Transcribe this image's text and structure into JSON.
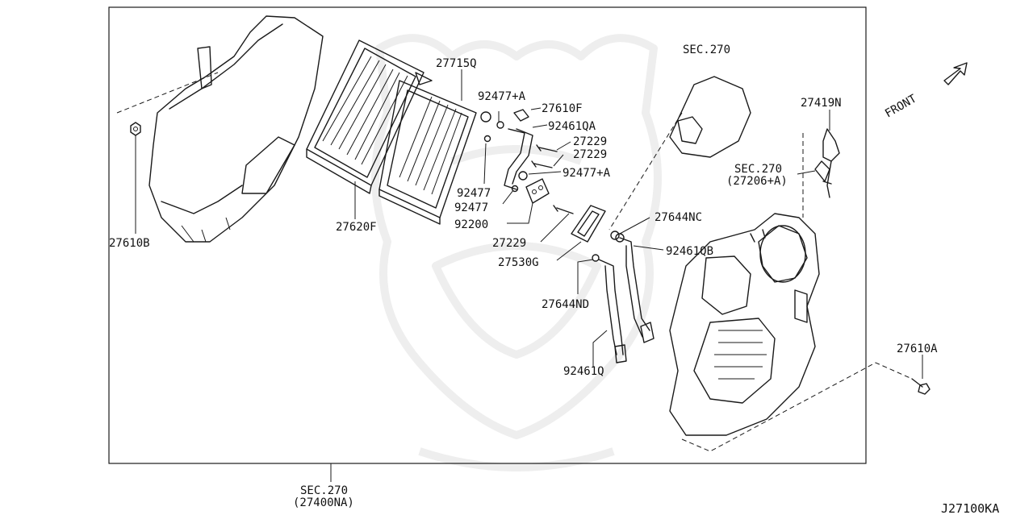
{
  "diagram_code": "J27100KA",
  "front_label": "FRONT",
  "labels": {
    "p27610B": "27610B",
    "p27620F": "27620F",
    "p27715Q": "27715Q",
    "p92477A_top": "92477+A",
    "p27610F": "27610F",
    "p92461QA": "92461QA",
    "p27229_a": "27229",
    "p27229_b": "27229",
    "p92477A_mid": "92477+A",
    "p92477_a": "92477",
    "p92477_b": "92477",
    "p92200": "92200",
    "p27229_c": "27229",
    "p27530G": "27530G",
    "p27644NC": "27644NC",
    "p92461QB": "92461QB",
    "p27644ND": "27644ND",
    "p92461Q": "92461Q",
    "p27419N": "27419N",
    "p27610A": "27610A",
    "sec270_top": "SEC.270",
    "sec270_right_1": "SEC.270",
    "sec270_right_2": "(27206+A)",
    "sec270_bottom_1": "SEC.270",
    "sec270_bottom_2": "(27400NA)"
  }
}
